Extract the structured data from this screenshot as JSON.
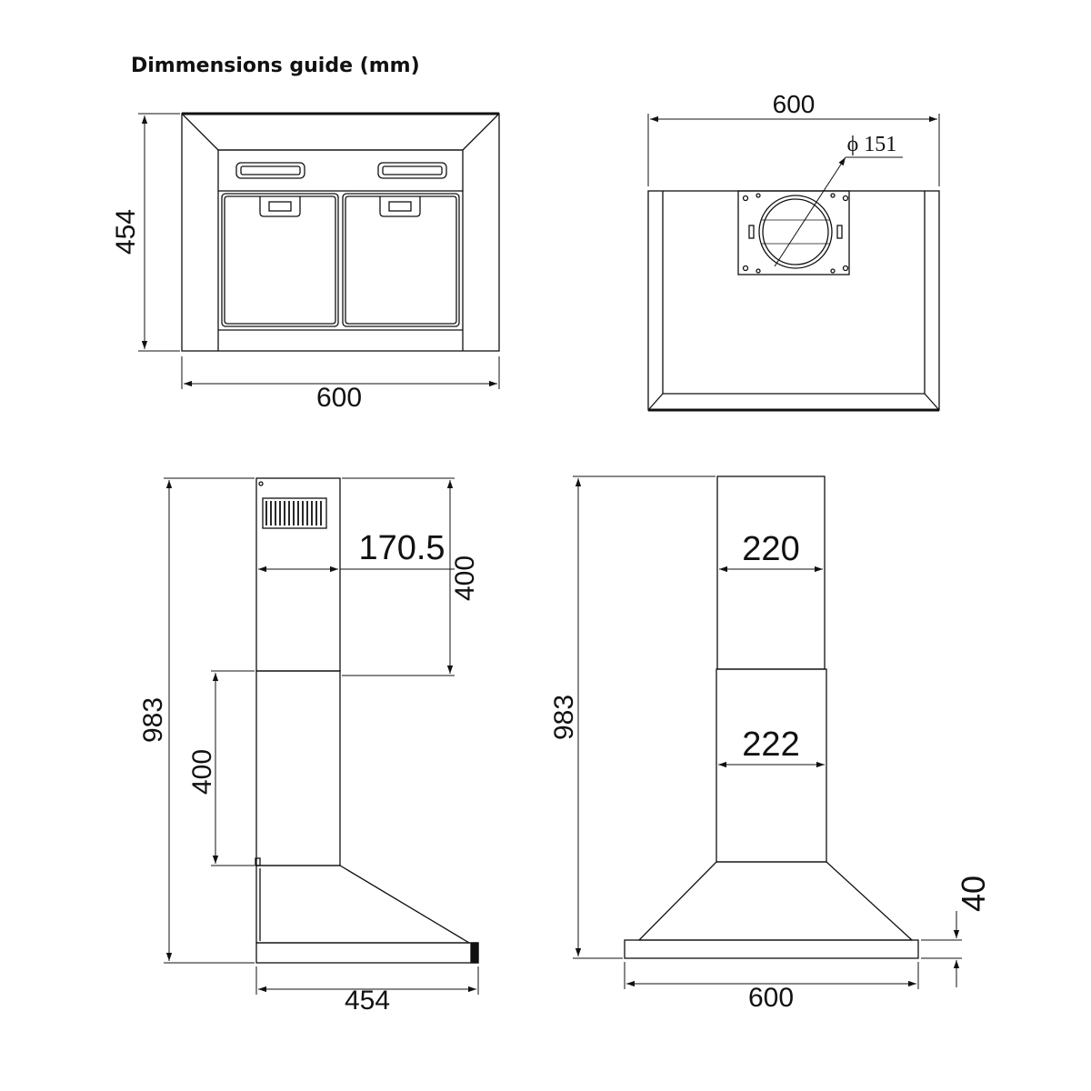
{
  "title": "Dimmensions guide (mm)",
  "front_view": {
    "width": "600",
    "height": "454"
  },
  "top_view": {
    "width": "600",
    "diameter": "ϕ 151"
  },
  "side_view": {
    "total_height": "983",
    "chimney_depth": "170.5",
    "upper_chimney": "400",
    "lower_chimney": "400",
    "depth": "454"
  },
  "front_elevation": {
    "total_height": "983",
    "upper_chimney_width": "220",
    "lower_chimney_width": "222",
    "base_height": "40",
    "width": "600"
  }
}
